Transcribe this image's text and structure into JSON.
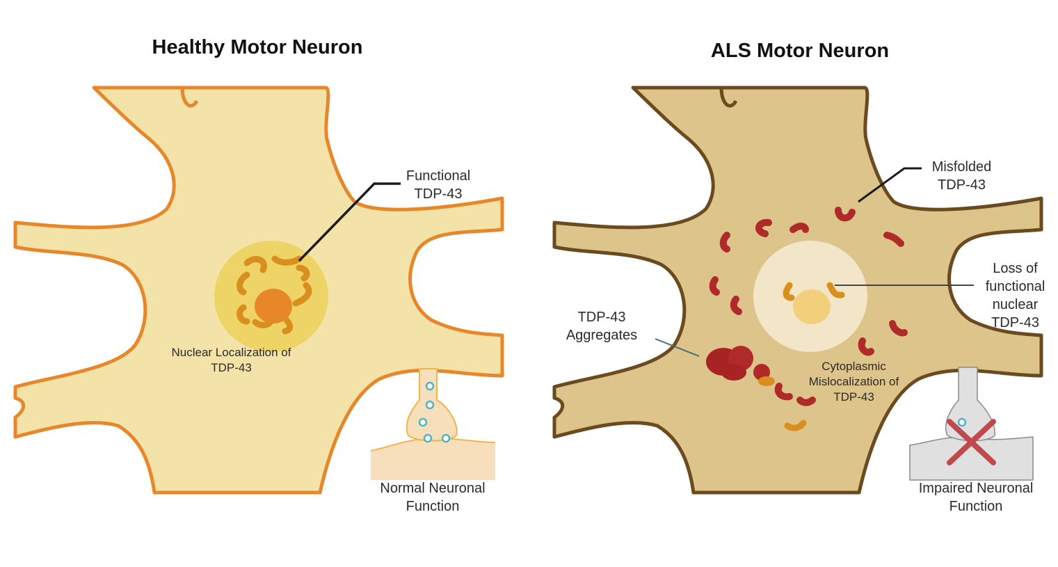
{
  "panels": {
    "healthy": {
      "title": "Healthy Motor Neuron",
      "labels": {
        "functional": "Functional\nTDP-43",
        "nuclear": "Nuclear Localization of\nTDP-43",
        "synapse": "Normal Neuronal\nFunction"
      },
      "colors": {
        "cell_fill": "#f3e3a9",
        "cell_stroke": "#e8872a",
        "nucleus": "#ecd15a",
        "nucleolus": "#e8872a",
        "protein": "#d98f1e",
        "synapse_fill": "#f7dfbb",
        "vesicle": "#4fb3c7"
      }
    },
    "als": {
      "title": "ALS Motor Neuron",
      "labels": {
        "misfolded": "Misfolded\nTDP-43",
        "loss": "Loss of\nfunctional\nnuclear\nTDP-43",
        "aggregates": "TDP-43\nAggregates",
        "cytoplasmic": "Cytoplasmic\nMislocalization of\nTDP-43",
        "synapse": "Impaired Neuronal\nFunction"
      },
      "colors": {
        "cell_fill": "#dcc48b",
        "cell_stroke": "#6b4a1f",
        "nucleus": "#f3e6c8",
        "nucleolus": "#f2cf7a",
        "misfolded": "#b02a2a",
        "functional": "#d98f1e",
        "synapse_fill": "#e0e0e0",
        "cross": "#c0494d"
      }
    }
  }
}
